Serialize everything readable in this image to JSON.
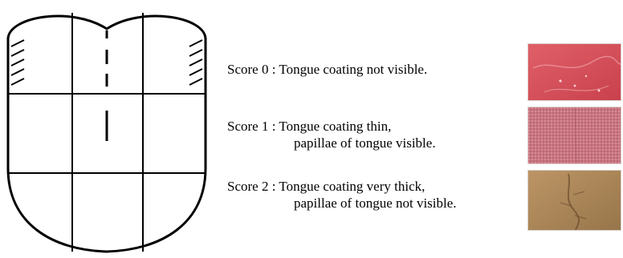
{
  "scores": [
    {
      "label": "Score 0 :",
      "lines": [
        "Tongue coating not visible."
      ]
    },
    {
      "label": "Score 1 :",
      "lines": [
        "Tongue coating thin,",
        "papillae of tongue visible."
      ]
    },
    {
      "label": "Score 2 :",
      "lines": [
        "Tongue coating very thick,",
        "papillae of tongue not visible."
      ]
    }
  ],
  "photos": [
    {
      "name": "tongue-photo-score-0",
      "color": "#d8505a"
    },
    {
      "name": "tongue-photo-score-1",
      "color": "#c4707a"
    },
    {
      "name": "tongue-photo-score-2",
      "color": "#a88458"
    }
  ],
  "colors": {
    "outline": "#000000",
    "background": "#ffffff"
  }
}
